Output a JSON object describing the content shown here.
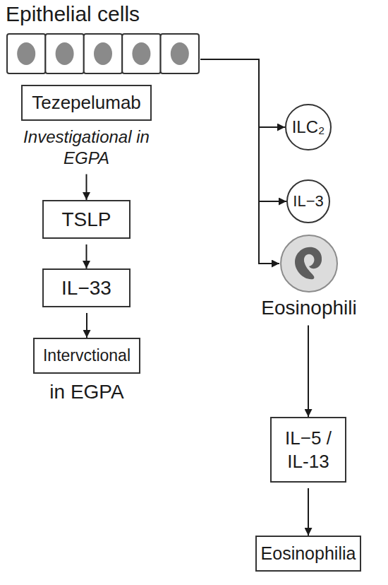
{
  "diagram": {
    "nodes": [
      {
        "text": [
          "Epithelial cells"
        ]
      },
      {
        "text": [
          "Tezepelumab",
          "Investigational in EGPA"
        ]
      },
      {
        "text": [
          "TSLP"
        ]
      },
      {
        "text": [
          "IL−33"
        ]
      },
      {
        "text": [
          "Intervctional",
          "in EGPA"
        ]
      },
      {
        "text": [
          "ILC₂"
        ]
      },
      {
        "text": [
          "IL−3"
        ]
      },
      {
        "text": [
          "Eosinophili"
        ]
      },
      {
        "text": [
          "IL−5 / IL-13"
        ]
      },
      {
        "text": [
          "Eosinophilia"
        ]
      }
    ],
    "edges": [
      {
        "from": 0,
        "to": 5,
        "arrow": "to"
      },
      {
        "from": 0,
        "to": 6,
        "arrow": "to"
      },
      {
        "from": 0,
        "to": 7,
        "arrow": "to"
      },
      {
        "from": 1,
        "to": 2,
        "arrow": "to"
      },
      {
        "from": 2,
        "to": 3,
        "arrow": "to"
      },
      {
        "from": 3,
        "to": 4,
        "arrow": "to"
      },
      {
        "from": 7,
        "to": 8,
        "arrow": "to"
      },
      {
        "from": 8,
        "to": 9,
        "arrow": "to"
      }
    ]
  }
}
